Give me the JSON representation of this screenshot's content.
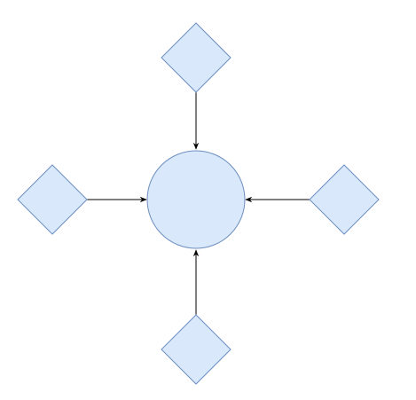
{
  "diagram": {
    "layout": "hub-and-spoke",
    "hub": {
      "shape": "circle",
      "label": ""
    },
    "spokes": [
      {
        "id": "top",
        "shape": "diamond",
        "label": "",
        "direction": "into-hub"
      },
      {
        "id": "left",
        "shape": "diamond",
        "label": "",
        "direction": "into-hub"
      },
      {
        "id": "right",
        "shape": "diamond",
        "label": "",
        "direction": "into-hub"
      },
      {
        "id": "bottom",
        "shape": "diamond",
        "label": "",
        "direction": "into-hub"
      }
    ],
    "colors": {
      "fill": "#dae8fc",
      "stroke": "#6c8ebf",
      "edge": "#000000",
      "background": "#ffffff"
    }
  }
}
